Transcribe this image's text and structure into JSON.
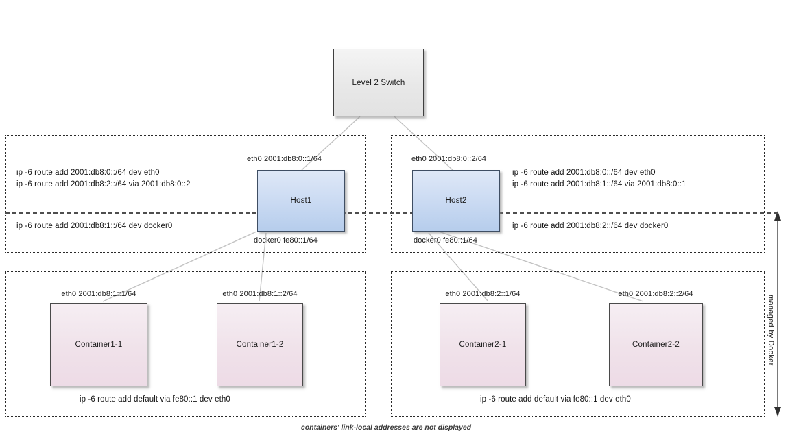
{
  "diagram": {
    "caption": "containers' link-local addresses are not displayed",
    "docker_scope_label": "managed by Docker",
    "colors": {
      "switch_fill": "#e8e8e8",
      "host_fill": "#cddcf3",
      "container_fill": "#f0e2ea",
      "border": "#4a4a4a",
      "wire": "#bdbdbd",
      "region_border": "#2a2a2a"
    }
  },
  "switch": {
    "label": "Level 2 Switch"
  },
  "hosts": [
    {
      "name": "Host1",
      "eth0_label": "eth0 2001:db8:0::1/64",
      "docker0_label": "docker0 fe80::1/64",
      "routes_above": [
        "ip -6 route add 2001:db8:0::/64 dev eth0",
        "ip -6 route add 2001:db8:2::/64 via  2001:db8:0::2"
      ],
      "routes_below": [
        "ip -6 route add 2001:db8:1::/64 dev docker0"
      ]
    },
    {
      "name": "Host2",
      "eth0_label": "eth0 2001:db8:0::2/64",
      "docker0_label": "docker0 fe80::1/64",
      "routes_above": [
        "ip -6 route add 2001:db8:0::/64 dev eth0",
        "ip -6 route add 2001:db8:1::/64 via  2001:db8:0::1"
      ],
      "routes_below": [
        "ip -6 route add 2001:db8:2::/64 dev docker0"
      ]
    }
  ],
  "container_groups": [
    {
      "default_route": "ip -6 route add default via fe80::1 dev eth0",
      "containers": [
        {
          "name": "Container1-1",
          "eth0_label": "eth0 2001:db8:1::1/64"
        },
        {
          "name": "Container1-2",
          "eth0_label": "eth0 2001:db8:1::2/64"
        }
      ]
    },
    {
      "default_route": "ip -6 route add default via fe80::1 dev eth0",
      "containers": [
        {
          "name": "Container2-1",
          "eth0_label": "eth0 2001:db8:2::1/64"
        },
        {
          "name": "Container2-2",
          "eth0_label": "eth0 2001:db8:2::2/64"
        }
      ]
    }
  ]
}
